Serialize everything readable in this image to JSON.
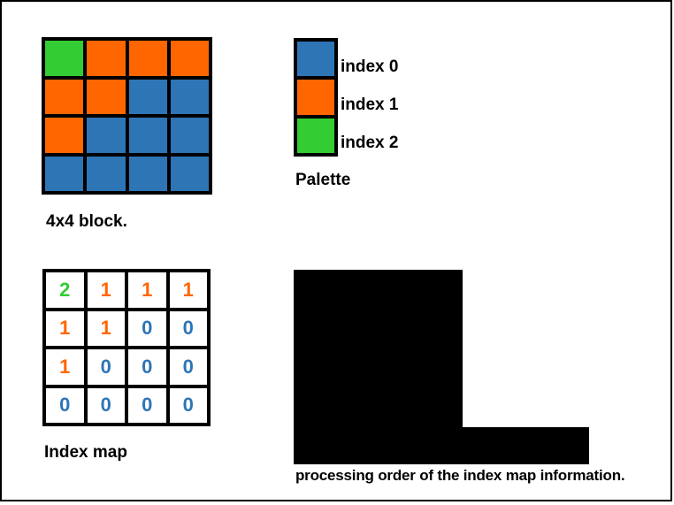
{
  "colors": {
    "blue": "#2E75B6",
    "orange": "#FF6600",
    "green": "#33CC33",
    "black": "#000000"
  },
  "block": {
    "label": "4x4 block.",
    "rows": [
      [
        "green",
        "orange",
        "orange",
        "orange"
      ],
      [
        "orange",
        "orange",
        "blue",
        "blue"
      ],
      [
        "orange",
        "blue",
        "blue",
        "blue"
      ],
      [
        "blue",
        "blue",
        "blue",
        "blue"
      ]
    ]
  },
  "palette": {
    "label": "Palette",
    "entries": [
      {
        "index_label": "index 0",
        "color": "blue"
      },
      {
        "index_label": "index 1",
        "color": "orange"
      },
      {
        "index_label": "index 2",
        "color": "green"
      }
    ]
  },
  "index_map": {
    "label": "Index map",
    "rows": [
      [
        {
          "value": "2",
          "color": "green"
        },
        {
          "value": "1",
          "color": "orange"
        },
        {
          "value": "1",
          "color": "orange"
        },
        {
          "value": "1",
          "color": "orange"
        }
      ],
      [
        {
          "value": "1",
          "color": "orange"
        },
        {
          "value": "1",
          "color": "orange"
        },
        {
          "value": "0",
          "color": "blue"
        },
        {
          "value": "0",
          "color": "blue"
        }
      ],
      [
        {
          "value": "1",
          "color": "orange"
        },
        {
          "value": "0",
          "color": "blue"
        },
        {
          "value": "0",
          "color": "blue"
        },
        {
          "value": "0",
          "color": "blue"
        }
      ],
      [
        {
          "value": "0",
          "color": "blue"
        },
        {
          "value": "0",
          "color": "blue"
        },
        {
          "value": "0",
          "color": "blue"
        },
        {
          "value": "0",
          "color": "blue"
        }
      ]
    ]
  },
  "redaction": {
    "caption": "processing order of the index map information."
  }
}
